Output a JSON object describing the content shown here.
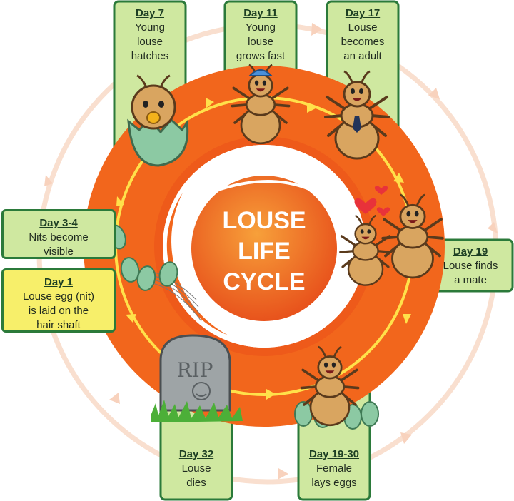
{
  "title": [
    "LOUSE",
    "LIFE",
    "CYCLE"
  ],
  "stages": [
    {
      "day": "Day 7",
      "lines": [
        "Young",
        "louse",
        "hatches"
      ]
    },
    {
      "day": "Day 11",
      "lines": [
        "Young",
        "louse",
        "grows fast"
      ]
    },
    {
      "day": "Day 17",
      "lines": [
        "Louse",
        "becomes",
        "an adult"
      ]
    },
    {
      "day": "Day 19",
      "lines": [
        "Louse finds",
        "a mate"
      ]
    },
    {
      "day": "Day 19-30",
      "lines": [
        "Female",
        "lays eggs"
      ]
    },
    {
      "day": "Day 32",
      "lines": [
        "Louse",
        "dies"
      ]
    },
    {
      "day": "Day 1",
      "lines": [
        "Louse egg (nit)",
        "is laid on the",
        "hair shaft"
      ]
    },
    {
      "day": "Day 3-4",
      "lines": [
        "Nits become",
        "visible"
      ]
    }
  ],
  "gravestone_text": "RIP",
  "colors": {
    "ring_orange": "#f2661c",
    "ring_dark": "#e8501a",
    "arrow_yellow": "#ffe14a",
    "center_orange": "#f37b22",
    "box_green": "#cfe8a0",
    "box_yellow": "#f7ef6a",
    "box_border": "#2b7a3a",
    "outer_ring": "#f8d7c5",
    "louse_body": "#d9a560",
    "louse_outline": "#5a3a1c",
    "egg": "#8cc9a3"
  }
}
